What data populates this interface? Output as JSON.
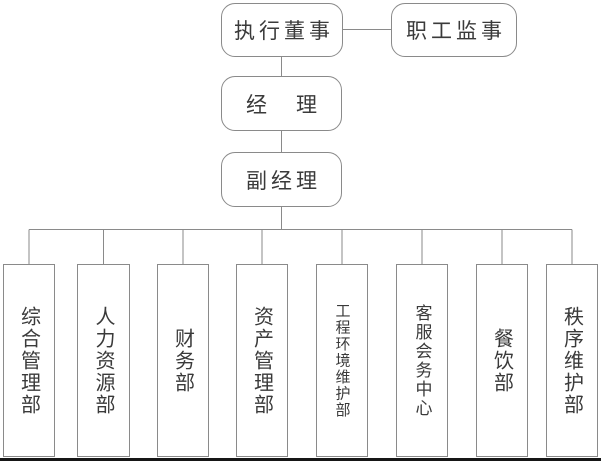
{
  "org_chart": {
    "title": "",
    "executive_director": "执行董事",
    "employee_supervisor": "职工监事",
    "manager": "经　理",
    "deputy_manager": "副经理",
    "departments": [
      "综合管理部",
      "人力资源部",
      "财务部",
      "资产管理部",
      "工程环境维护部",
      "客服会务中心",
      "餐饮部",
      "秩序维护部"
    ],
    "hierarchy": {
      "root": "执行董事",
      "peer_of_root": "职工监事",
      "chain": [
        "执行董事",
        "经理",
        "副经理"
      ],
      "children_of_deputy_manager": [
        "综合管理部",
        "人力资源部",
        "财务部",
        "资产管理部",
        "工程环境维护部",
        "客服会务中心",
        "餐饮部",
        "秩序维护部"
      ]
    },
    "colors": {
      "connector_line": "#8a8a8a",
      "box_border": "#8a8a8a",
      "text": "#3a3a3a",
      "bottom_rule": "#161616",
      "background": "#ffffff"
    }
  }
}
